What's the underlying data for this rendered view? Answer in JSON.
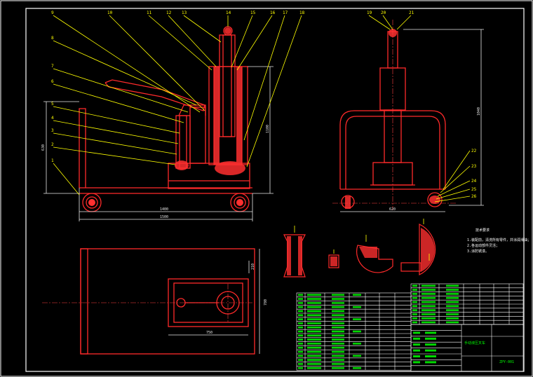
{
  "drawing": {
    "background": "#000000",
    "colors": {
      "frame": "#ffffff",
      "part_outline": "#ff2a2a",
      "leader": "#ffff00",
      "dimension": "#e8e8e8",
      "centerline": "#ff4040",
      "table_line": "#ffffff",
      "table_text": "#00ff00",
      "hatch": "#ff3030"
    },
    "front_view": {
      "balloons": [
        "1",
        "2",
        "3",
        "4",
        "5",
        "6",
        "7",
        "8",
        "9",
        "10",
        "11",
        "12",
        "13",
        "14",
        "15",
        "16",
        "17",
        "18"
      ],
      "dims": {
        "height_left": "630",
        "height_right": "1100",
        "width_inner": "1400",
        "width_outer": "1500"
      }
    },
    "side_view": {
      "balloons_top": [
        "19",
        "20",
        "21"
      ],
      "balloons_right": [
        "22",
        "23",
        "24",
        "25",
        "26"
      ],
      "dims": {
        "height": "1040",
        "width": "620"
      }
    },
    "top_view": {
      "dims": {
        "depth_small": "210",
        "depth": "780",
        "width": "750"
      }
    },
    "notes": {
      "title": "技术要求",
      "lines": [
        "1.装配前，清洗所有零件，并涂润滑油；",
        "2.各运动部件灵活；",
        "3.涂防锈漆。"
      ]
    },
    "title_block": {
      "name": "手动液压叉车",
      "drawing_no": "ZPY-001"
    }
  }
}
